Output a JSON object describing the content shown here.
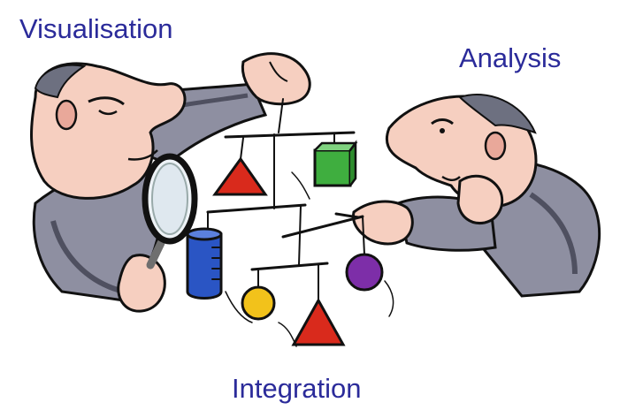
{
  "labels": {
    "visualisation": "Visualisation",
    "analysis": "Analysis",
    "integration": "Integration"
  },
  "colors": {
    "label_text": "#2b2b9a",
    "skin": "#f6cfc0",
    "skin_shadow": "#e9a89a",
    "suit": "#8e8fa1",
    "suit_shadow": "#4f5060",
    "hair": "#6d7080",
    "red_shape": "#d92a1c",
    "green_shape": "#3fae3f",
    "blue_shape": "#2a55c4",
    "yellow_shape": "#f2c21b",
    "purple_shape": "#7d2ea8",
    "ink": "#111111"
  },
  "objects": [
    {
      "name": "visualisation-man",
      "icon": "man-with-magnifying-glass"
    },
    {
      "name": "analysis-man",
      "icon": "thinking-man"
    },
    {
      "name": "mobile",
      "icon": "hanging-mobile",
      "pieces": [
        "red-triangle",
        "green-box",
        "blue-cylinder",
        "yellow-ball",
        "red-triangle",
        "purple-ball"
      ]
    }
  ]
}
